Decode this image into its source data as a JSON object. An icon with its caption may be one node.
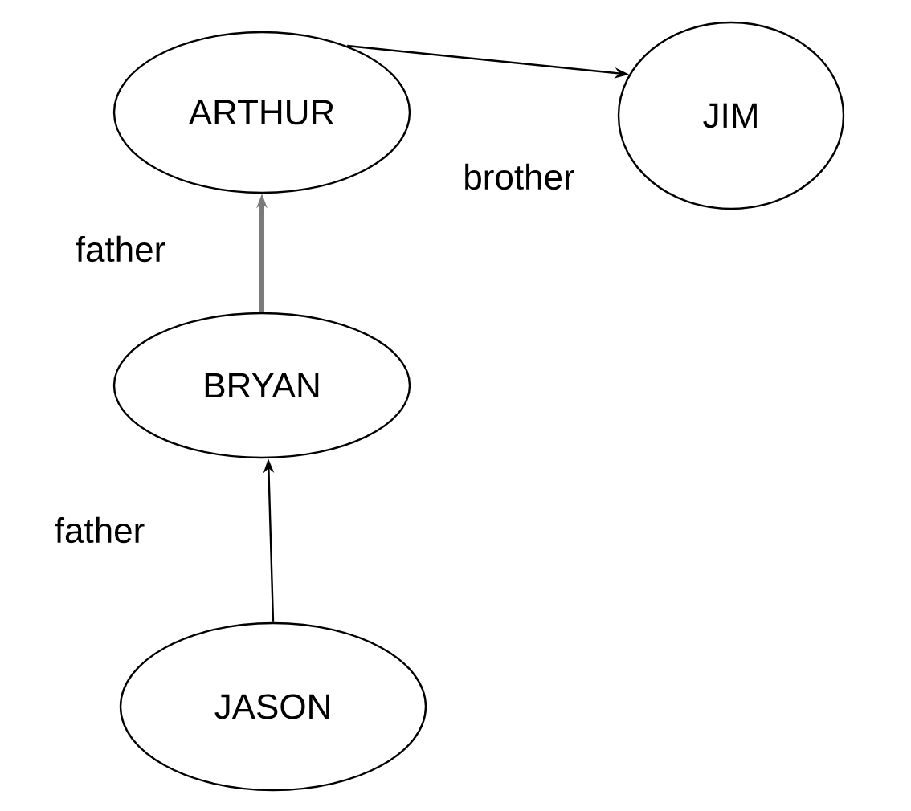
{
  "diagram": {
    "nodes": [
      {
        "text": [
          "ARTHUR"
        ]
      },
      {
        "text": [
          "JIM"
        ]
      },
      {
        "text": [
          "BRYAN"
        ]
      },
      {
        "text": [
          "JASON"
        ]
      }
    ],
    "edges": [
      {
        "from": 0,
        "to": 1,
        "arrow": "to",
        "label": "brother"
      },
      {
        "from": 2,
        "to": 0,
        "arrow": "to",
        "label": "father",
        "style": "thick",
        "color": "#7a7a7a"
      },
      {
        "from": 3,
        "to": 2,
        "arrow": "to",
        "label": "father"
      }
    ]
  }
}
